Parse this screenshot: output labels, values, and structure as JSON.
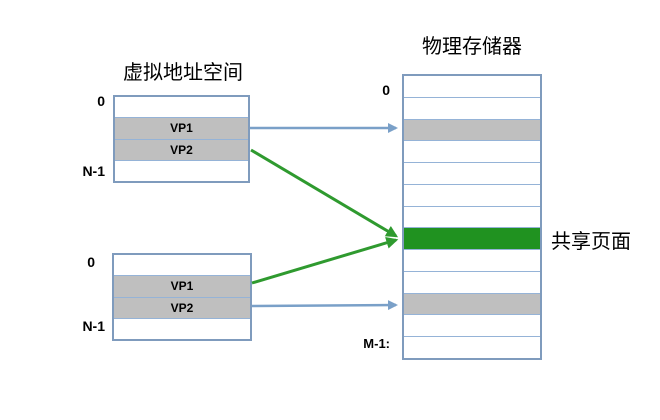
{
  "titles": {
    "left": "虚拟地址空间",
    "right": "物理存储器"
  },
  "shared_page_label": "共享页面",
  "space1": {
    "top_label": "0",
    "bottom_label": "N-1",
    "rows": [
      {
        "label": "",
        "fill": "white"
      },
      {
        "label": "VP1",
        "fill": "gray"
      },
      {
        "label": "VP2",
        "fill": "gray"
      },
      {
        "label": "",
        "fill": "white"
      }
    ]
  },
  "space2": {
    "top_label": "0",
    "bottom_label": "N-1",
    "rows": [
      {
        "label": "",
        "fill": "white"
      },
      {
        "label": "VP1",
        "fill": "gray"
      },
      {
        "label": "VP2",
        "fill": "gray"
      },
      {
        "label": "",
        "fill": "white"
      }
    ]
  },
  "physical": {
    "top_label": "0",
    "bottom_label": "M-1:",
    "rows": [
      {
        "fill": "white"
      },
      {
        "fill": "white"
      },
      {
        "fill": "gray"
      },
      {
        "fill": "white"
      },
      {
        "fill": "white"
      },
      {
        "fill": "white"
      },
      {
        "fill": "white"
      },
      {
        "fill": "green"
      },
      {
        "fill": "white"
      },
      {
        "fill": "white"
      },
      {
        "fill": "gray"
      },
      {
        "fill": "white"
      },
      {
        "fill": "white"
      }
    ]
  },
  "mappings": [
    {
      "from": "space1-VP1",
      "to": "physical-page-3",
      "color": "blue"
    },
    {
      "from": "space1-VP2",
      "to": "shared-page",
      "color": "green"
    },
    {
      "from": "space2-VP1",
      "to": "shared-page",
      "color": "green"
    },
    {
      "from": "space2-VP2",
      "to": "physical-page-11",
      "color": "blue"
    }
  ],
  "colors": {
    "row-gray": "#bfbfbf",
    "row-green": "#209220",
    "arrow-blue": "#7aa0c8",
    "arrow-green": "#2f9a2f",
    "border-inner": "#95b3d7",
    "border-outer": "#7f9bbd"
  }
}
